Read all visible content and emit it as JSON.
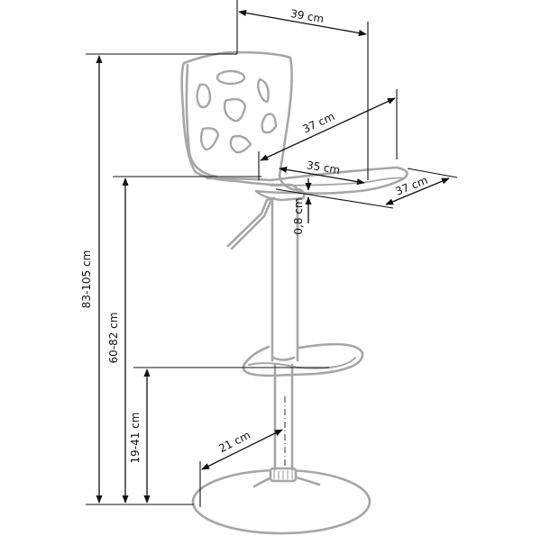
{
  "diagram": {
    "subject": "bar stool dimension drawing",
    "colors": {
      "dimension_lines": "#111111",
      "product_outline": "#a6a6a6",
      "background": "#ffffff"
    },
    "dimensions": {
      "backrest_width": "39 cm",
      "seat_diagonal_depth": "37 cm",
      "seat_depth": "35 cm",
      "seat_width": "37 cm",
      "seat_thickness": "0,8 cm",
      "total_height": "83-105 cm",
      "seat_height": "60-82 cm",
      "footrest_height": "19-41 cm",
      "base_radius": "21 cm"
    }
  }
}
